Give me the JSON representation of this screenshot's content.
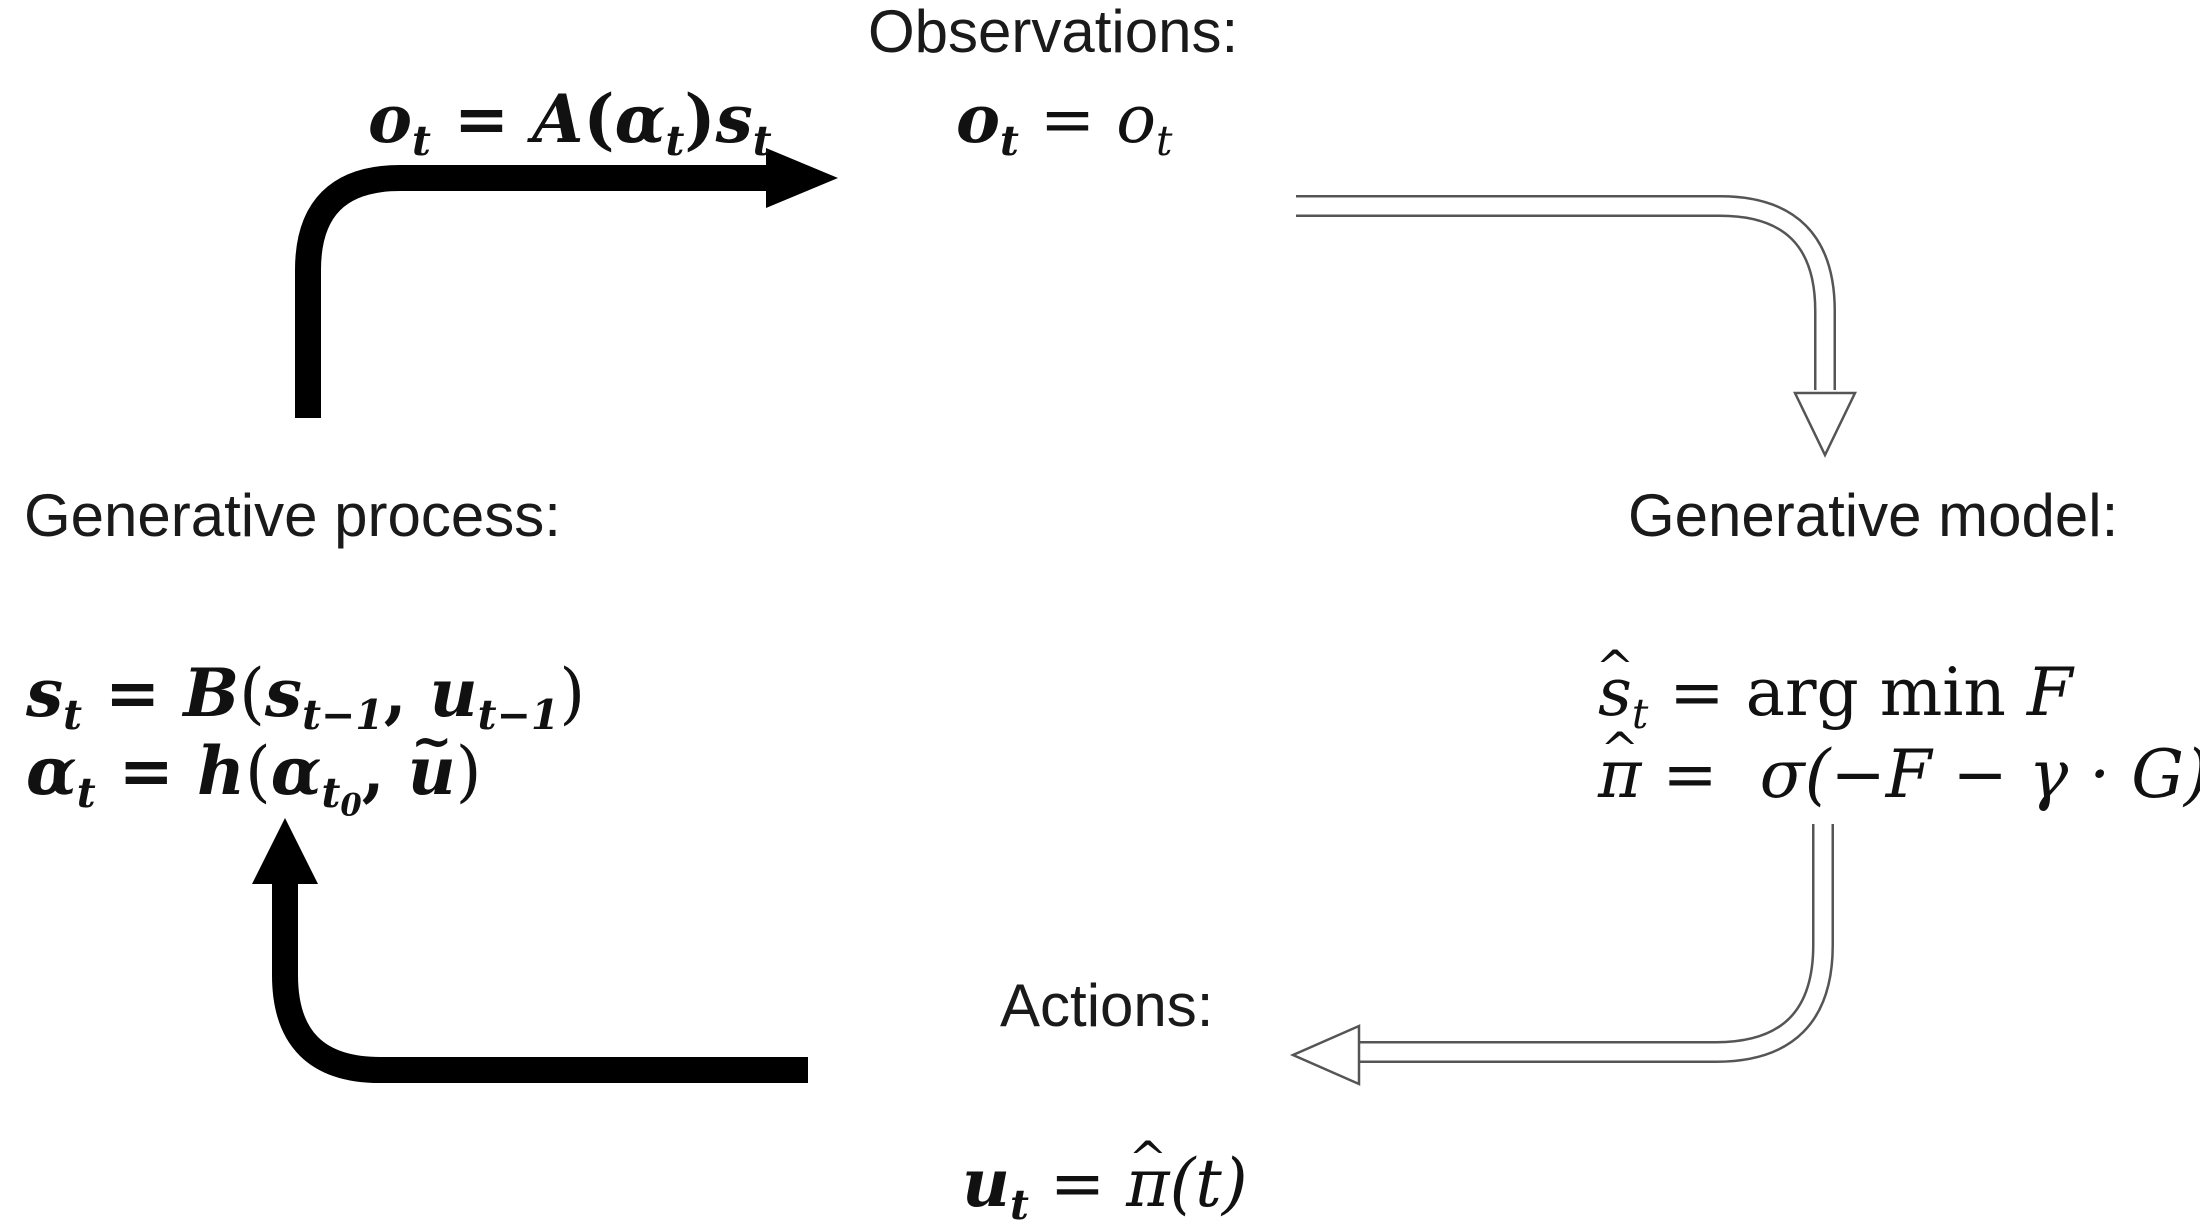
{
  "observations": {
    "title": "Observations:",
    "eq": {
      "lhs": "o",
      "lhs_sub": "t",
      "eq": " = ",
      "rhs": "o",
      "rhs_sub": "t"
    }
  },
  "top_arrow_eq": {
    "o": "o",
    "o_sub": "t",
    "eq": " = ",
    "A": "A",
    "lp": "(",
    "alpha": "α",
    "alpha_sub": "t",
    "rp": ")",
    "s": "s",
    "s_sub": "t"
  },
  "generative_process": {
    "title": "Generative process:",
    "eq1": {
      "s": "s",
      "s_sub": "t",
      "eq": " = ",
      "B": "B",
      "lp": "(",
      "s2": "s",
      "s2_sub": "t−1",
      "comma": ", ",
      "u": "u",
      "u_sub": "t−1",
      "rp": ")"
    },
    "eq2": {
      "alpha": "α",
      "alpha_sub": "t",
      "eq": " = ",
      "h": "h",
      "lp": "(",
      "alpha2": "α",
      "alpha2_sub": "t",
      "alpha2_subsub": "0",
      "comma": ", ",
      "u": "u",
      "rp": ")"
    }
  },
  "generative_model": {
    "title": "Generative model:",
    "eq1": {
      "s": "s",
      "s_sub": "t",
      "eq": " = ",
      "rhs": "arg min ",
      "F": "F"
    },
    "eq2": {
      "pi": "π",
      "eq": " =  ",
      "sigma": "σ",
      "rhs": "(−F − γ · G)"
    }
  },
  "actions": {
    "title": "Actions:",
    "eq": {
      "u": "u",
      "u_sub": "t",
      "eq": " = ",
      "pi": "π",
      "rhs": "(t)"
    }
  },
  "colors": {
    "ink": "#000000",
    "outline": "#555555",
    "text": "#1a1a1a"
  }
}
